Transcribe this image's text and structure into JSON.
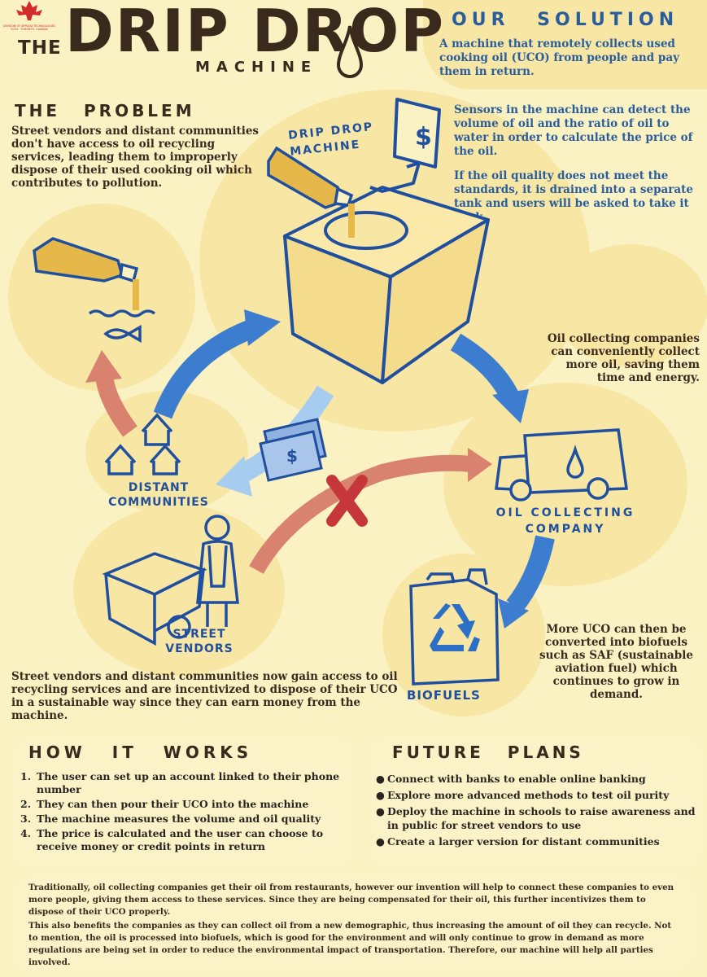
{
  "logo_text": "DIVISION OF APPLIED TECHNOLOGIES 2024 · TORONTO, CANADA",
  "title": {
    "the": "THE",
    "main": "DRIP DROP",
    "sub": "MACHINE"
  },
  "solution": {
    "heading": "OUR SOLUTION",
    "p1": "A machine that remotely collects used cooking oil (UCO) from people and pay them in return.",
    "p2": "Sensors in the machine can detect the volume of oil and the ratio of oil to water in order to calculate the price of the oil.",
    "p3": "If the oil quality does not meet the standards, it is drained into a separate tank and users will be asked to take it back."
  },
  "problem": {
    "heading": "THE PROBLEM",
    "text": "Street vendors and distant communities don't have access to oil recycling services, leading them to improperly dispose of their used cooking oil which contributes to pollution."
  },
  "diagram": {
    "machine_label": "DRIP DROP MACHINE",
    "distant_communities": "DISTANT COMMUNITIES",
    "street_vendors": "STREET VENDORS",
    "oil_company": "OIL COLLECTING COMPANY",
    "biofuels": "BIOFUELS",
    "dollar": "$"
  },
  "companies_text": "Oil collecting companies can conveniently collect more oil, saving them time and energy.",
  "biofuel_text": "More UCO can then be converted into biofuels such as SAF (sustainable aviation fuel) which continues to grow in demand.",
  "vendors_text": "Street vendors and distant communities now gain access to oil recycling services and are incentivized to dispose of their UCO in a sustainable way since they can earn money from the machine.",
  "how_it_works": {
    "heading": "HOW IT WORKS",
    "items": [
      {
        "num": "1.",
        "text": "The user can set up an account linked to their phone number"
      },
      {
        "num": "2.",
        "text": "They can then pour their UCO into the machine"
      },
      {
        "num": "3.",
        "text": "The machine measures the volume and oil quality"
      },
      {
        "num": "4.",
        "text": "The price is calculated and the user can choose to receive money or credit points in return"
      }
    ]
  },
  "future_plans": {
    "heading": "FUTURE PLANS",
    "items": [
      "Connect with banks to enable online banking",
      "Explore more advanced methods to test oil purity",
      "Deploy the machine in schools to raise awareness and in public for street vendors to use",
      "Create a larger version for distant communities"
    ]
  },
  "bottom": {
    "p1": "Traditionally, oil collecting companies get their oil from restaurants, however our invention will help to connect these companies to even more people, giving them access to these services. Since they are being compensated for their oil, this further incentivizes them to dispose of their UCO properly.",
    "p2": "This also benefits the companies as they can collect oil from a new demographic, thus increasing the amount of oil they can recycle. Not to mention, the oil is processed into biofuels, which is good for the environment and will only continue to grow in demand as more regulations are being set in order to reduce the environmental impact of transportation. Therefore, our machine will help all parties involved."
  },
  "colors": {
    "blue": "#3c7dd0",
    "red": "#d15a4a",
    "brown": "#3b2a1e",
    "cream": "#fbf2c4",
    "yellow": "#f7e6a4"
  }
}
